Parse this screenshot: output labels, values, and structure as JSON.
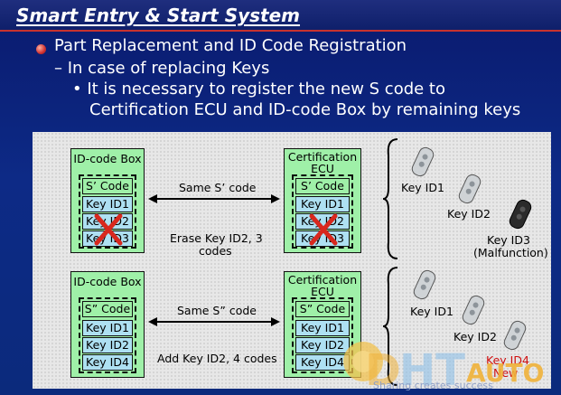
{
  "slide": {
    "title": "Smart Entry & Start System",
    "bullet1": "Part Replacement and ID Code Registration",
    "sub1": "– In case of replacing Keys",
    "sub2_line1": "• It is necessary to register the new S code to",
    "sub2_line2": "Certification ECU and ID-code Box by remaining keys"
  },
  "diagram_top": {
    "left_box_title": "ID-code Box",
    "right_box_title_1": "Certification",
    "right_box_title_2": "ECU",
    "code": "S’ Code",
    "items": [
      "Key ID1",
      "Key ID2",
      "Key ID3"
    ],
    "arrow_label": "Same S’ code",
    "erase_label_1": "Erase Key ID2, 3",
    "erase_label_2": "codes",
    "keys": [
      "Key ID1",
      "Key ID2",
      "Key ID3"
    ],
    "malfunction": "(Malfunction)"
  },
  "diagram_bottom": {
    "left_box_title": "ID-code Box",
    "right_box_title_1": "Certification",
    "right_box_title_2": "ECU",
    "code": "S” Code",
    "items": [
      "Key ID1",
      "Key ID2",
      "Key ID4"
    ],
    "arrow_label": "Same S” code",
    "add_label": "Add Key ID2, 4 codes",
    "keys": [
      "Key ID1",
      "Key ID2",
      "Key ID4"
    ],
    "new_label": "New"
  },
  "watermark": {
    "logo": "AUTO",
    "footer": "Sharing creates success"
  },
  "colors": {
    "background": "#0a1a6e",
    "box_green": "#9ff0a8",
    "item_blue": "#aee0f2",
    "cross_red": "#d8281e",
    "accent_red": "#c8322f"
  }
}
